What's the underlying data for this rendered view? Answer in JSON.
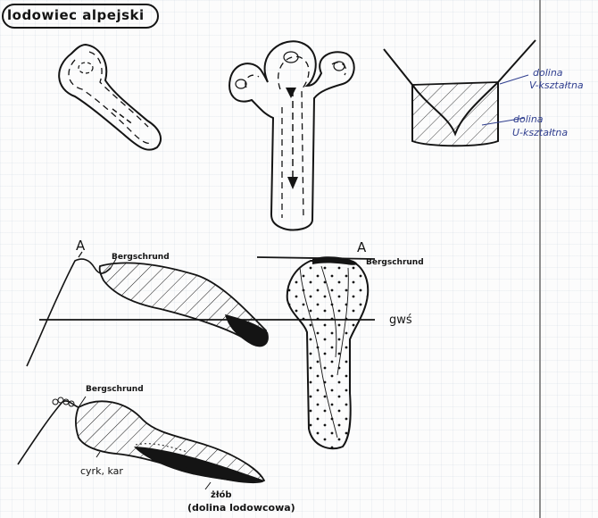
{
  "title": "lodowiec alpejski",
  "valley_labels": {
    "v_line1": "dolina",
    "v_line2": "V-kształtna",
    "u_line1": "dolina",
    "u_line2": "U-kształtna"
  },
  "profile_labels": {
    "peak_left": "A",
    "peak_right": "A",
    "bergschrund_left": "Bergschrund",
    "bergschrund_right": "Bergschrund",
    "snow_line": "gwś",
    "bergschrund_bottom": "Bergschrund",
    "cirque": "cyrk, kar",
    "trough_line1": "żłób",
    "trough_line2": "(dolina lodowcowa)"
  },
  "colors": {
    "ink": "#141414",
    "blue_ink": "#2f3e8f",
    "margin": "#8e8e8e"
  }
}
